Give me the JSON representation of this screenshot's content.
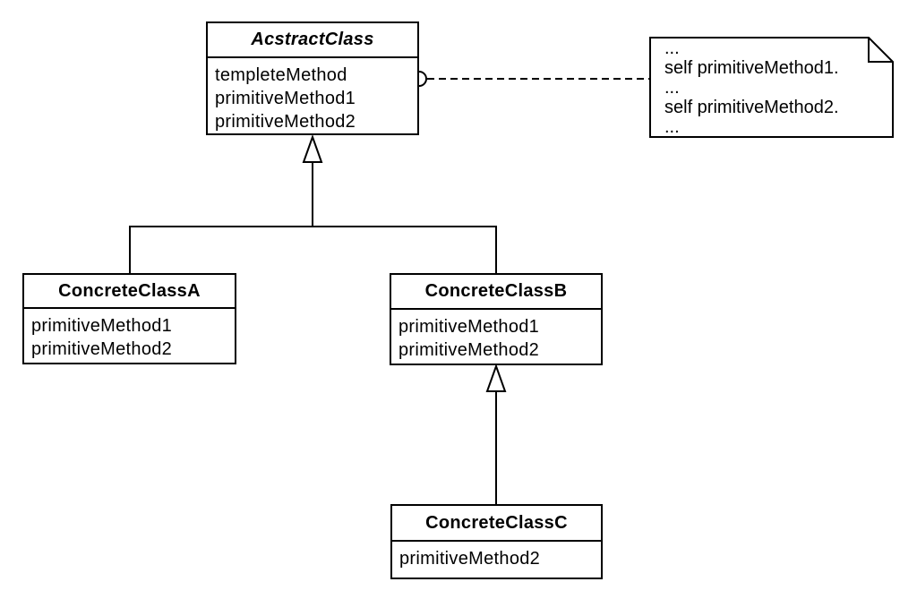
{
  "diagram": {
    "kind": "uml-class-diagram",
    "pattern": "Template Method",
    "colors": {
      "stroke": "#000000",
      "background": "#ffffff",
      "box_fill": "#ffffff"
    }
  },
  "classes": {
    "abstract": {
      "name": "AcstractClass",
      "methods": [
        "templeteMethod",
        "primitiveMethod1",
        "primitiveMethod2"
      ]
    },
    "concrete_a": {
      "name": "ConcreteClassA",
      "methods": [
        "primitiveMethod1",
        "primitiveMethod2"
      ]
    },
    "concrete_b": {
      "name": "ConcreteClassB",
      "methods": [
        "primitiveMethod1",
        "primitiveMethod2"
      ]
    },
    "concrete_c": {
      "name": "ConcreteClassC",
      "methods": [
        "primitiveMethod2"
      ]
    }
  },
  "note": {
    "lines": [
      "...",
      "self primitiveMethod1.",
      "...",
      "self primitiveMethod2.",
      "..."
    ]
  },
  "relationships": [
    {
      "type": "generalization",
      "from": "ConcreteClassA",
      "to": "AcstractClass"
    },
    {
      "type": "generalization",
      "from": "ConcreteClassB",
      "to": "AcstractClass"
    },
    {
      "type": "generalization",
      "from": "ConcreteClassC",
      "to": "ConcreteClassB"
    },
    {
      "type": "note-attachment",
      "from": "note",
      "to": "AcstractClass.templeteMethod"
    }
  ]
}
